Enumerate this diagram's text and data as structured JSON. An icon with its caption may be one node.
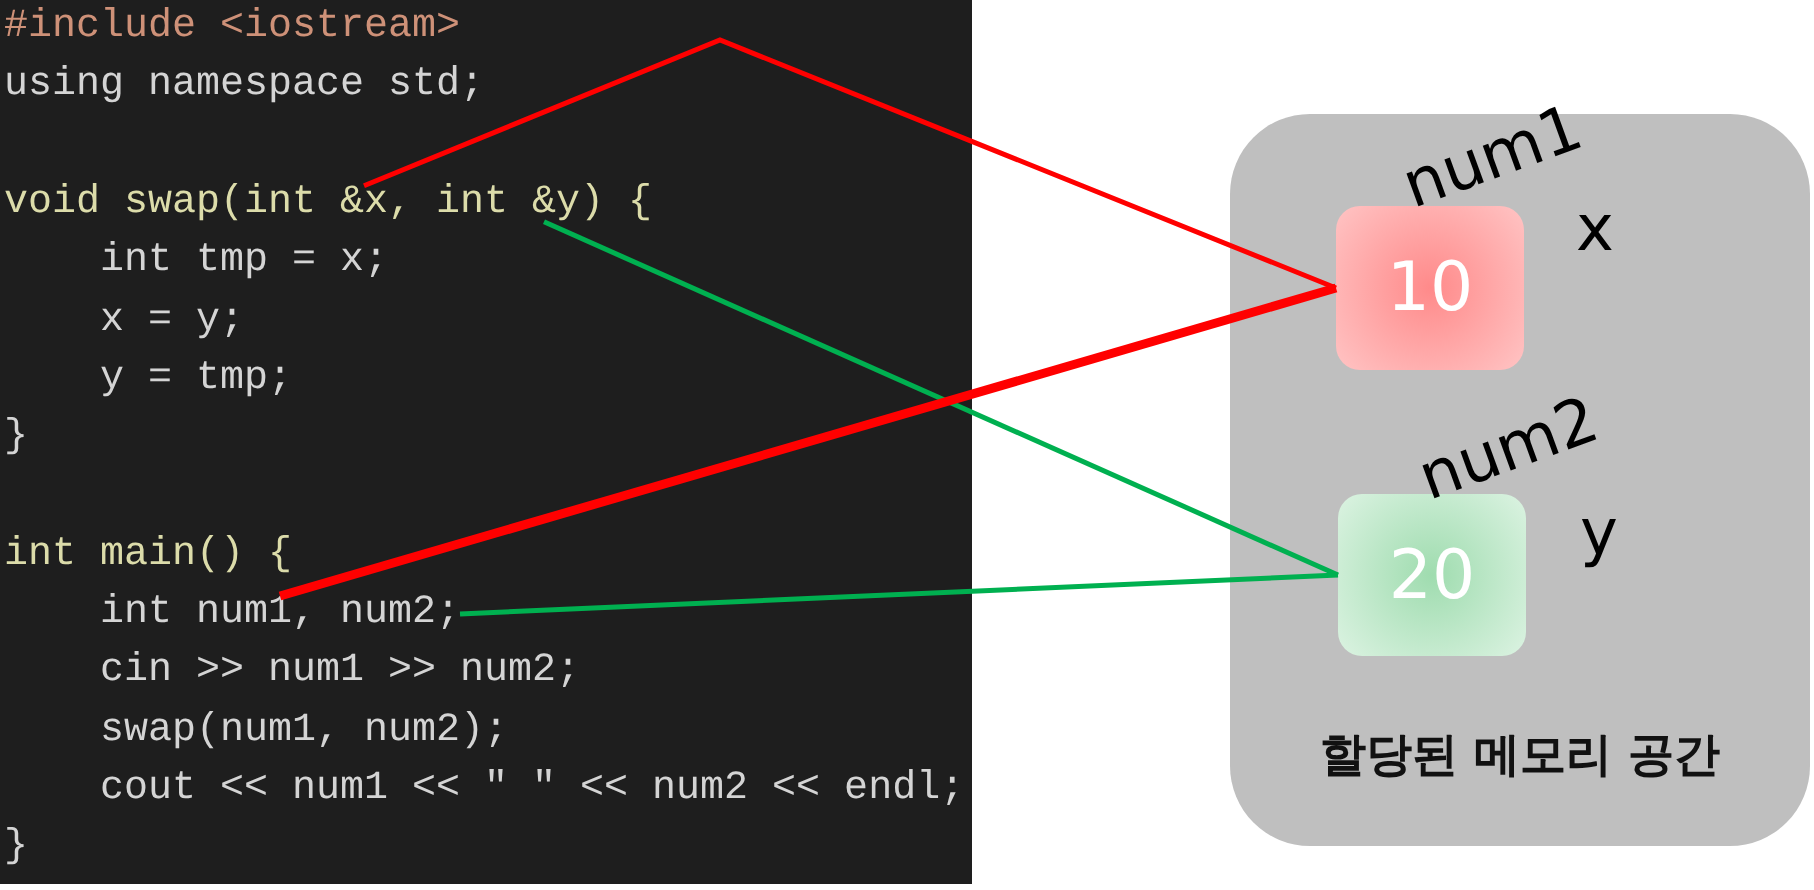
{
  "diagram": {
    "nodes": [
      {
        "text": [],
        "shape": "box"
      },
      {
        "text": [
          "#include <iostream>"
        ],
        "in": 0
      },
      {
        "text": [
          "using namespace std;"
        ],
        "in": 0
      },
      {
        "text": [
          "void swap(int &x, int &y) {"
        ],
        "in": 0
      },
      {
        "text": [
          "int tmp = x;"
        ],
        "in": 0
      },
      {
        "text": [
          "x = y;"
        ],
        "in": 0
      },
      {
        "text": [
          "y = tmp;"
        ],
        "in": 0
      },
      {
        "text": [
          "}"
        ],
        "in": 0
      },
      {
        "text": [
          "int main() {"
        ],
        "in": 0
      },
      {
        "text": [
          "int num1, num2;"
        ],
        "in": 0
      },
      {
        "text": [
          "cin >> num1 >> num2;"
        ],
        "in": 0
      },
      {
        "text": [
          "swap(num1, num2);"
        ],
        "in": 0
      },
      {
        "text": [
          "cout << num1 << \" \" << num2 << endl;"
        ],
        "in": 0
      },
      {
        "text": [
          "}"
        ],
        "in": 0
      },
      {
        "text": [
          "할당된 메모리 공간"
        ]
      },
      {
        "text": [
          "10"
        ],
        "in": 14,
        "beside": [
          "num1",
          "x"
        ]
      },
      {
        "text": [
          "20"
        ],
        "in": 14,
        "beside": [
          "num2",
          "y"
        ]
      }
    ],
    "edges": [
      {
        "from": 3,
        "to": 15,
        "arrow": "none",
        "color": "#ff0000"
      },
      {
        "from": 3,
        "to": 16,
        "arrow": "none",
        "color": "#00b050"
      },
      {
        "from": 9,
        "to": 15,
        "arrow": "none",
        "style": "thick",
        "color": "#ff0000"
      },
      {
        "from": 9,
        "to": 16,
        "arrow": "none",
        "color": "#00b050"
      }
    ]
  }
}
